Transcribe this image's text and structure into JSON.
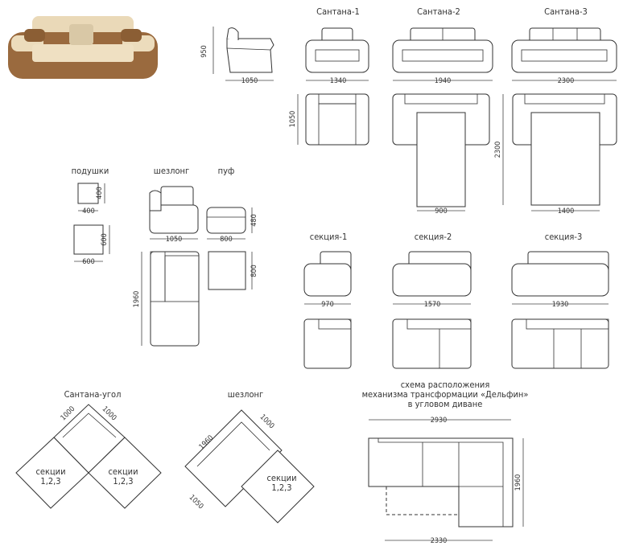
{
  "models": {
    "s1": {
      "title": "Сантана-1",
      "width": "1340"
    },
    "s2": {
      "title": "Сантана-2",
      "width": "1940",
      "bed_width": "900"
    },
    "s3": {
      "title": "Сантана-3",
      "width": "2300",
      "bed_width": "1400",
      "bed_length": "2300"
    },
    "side": {
      "height": "950",
      "depth": "1050"
    },
    "top_depth": "1050"
  },
  "accessories": {
    "pillows_title": "подушки",
    "pillow_small": {
      "w": "400",
      "h": "400"
    },
    "pillow_large": {
      "w": "600",
      "h": "600"
    },
    "chaise_title": "шезлонг",
    "chaise_width": "1050",
    "chaise_length": "1960",
    "pouf_title": "пуф",
    "pouf_width": "800",
    "pouf_height": "480",
    "pouf_depth": "800"
  },
  "sections": {
    "sec1": {
      "title": "секция-1",
      "width": "970"
    },
    "sec2": {
      "title": "секция-2",
      "width": "1570"
    },
    "sec3": {
      "title": "секция-3",
      "width": "1930"
    }
  },
  "corner": {
    "title": "Сантана-угол",
    "dim_a": "1000",
    "dim_b": "1000",
    "sections_label_1": "секции",
    "sections_label_2": "1,2,3"
  },
  "chaise_corner": {
    "title": "шезлонг",
    "dim_long": "1960",
    "dim_short": "1000",
    "dim_depth": "1050",
    "sections_label_1": "секции",
    "sections_label_2": "1,2,3"
  },
  "scheme": {
    "caption_1": "схема расположения",
    "caption_2": "механизма трансформации «Дельфин»",
    "caption_3": "в угловом диване",
    "top_width": "2930",
    "bottom_width": "2330",
    "height": "1960"
  },
  "colors": {
    "sofa_light": "#e8d5b0",
    "sofa_brown": "#9a6a3e"
  }
}
